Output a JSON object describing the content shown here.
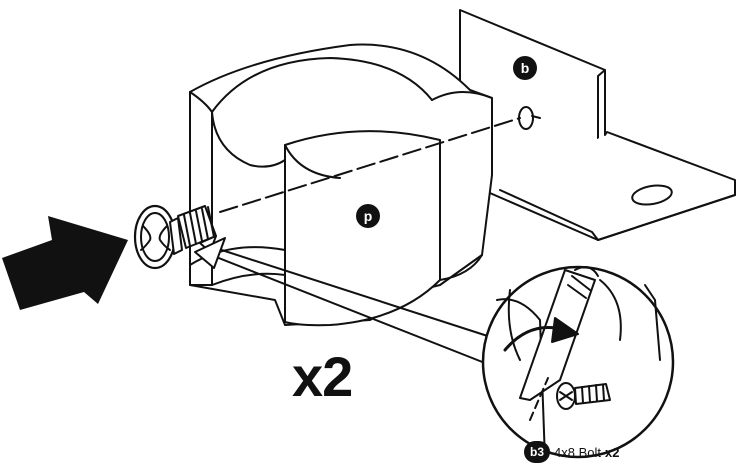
{
  "diagram": {
    "part_p_label": "p",
    "part_b_label": "b",
    "quantity_label": "x2",
    "hardware": {
      "code": "b3",
      "description": "4x8 Bolt",
      "multiplier": "x2"
    },
    "colors": {
      "ink": "#111111",
      "paper": "#ffffff"
    }
  }
}
